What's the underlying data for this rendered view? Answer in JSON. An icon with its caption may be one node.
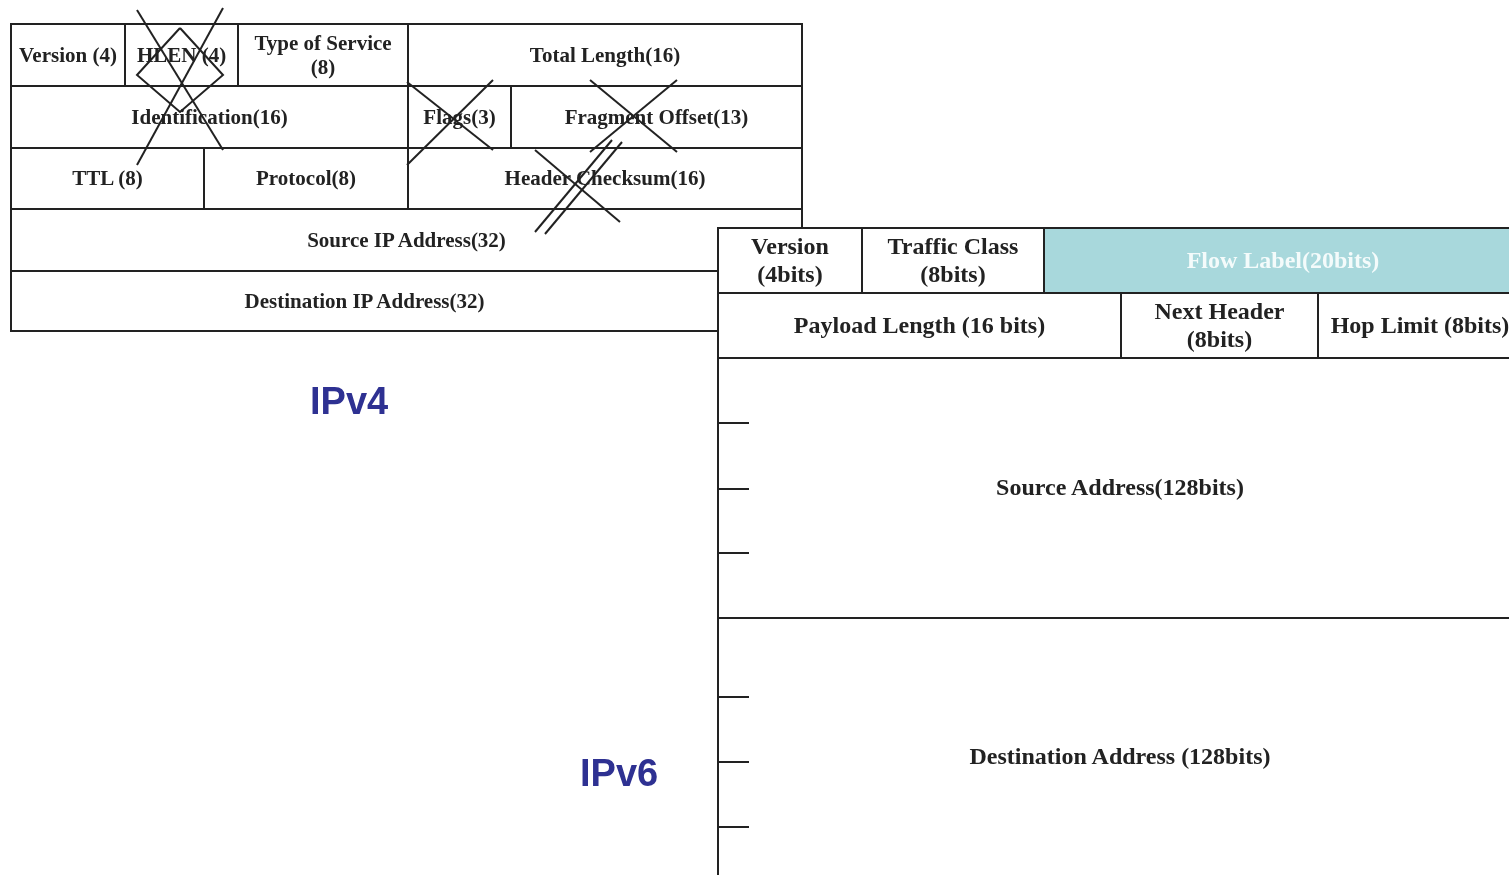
{
  "diagram": {
    "nodes": [
      {
        "text": [
          "Version (4)"
        ]
      },
      {
        "text": [
          "HLEN (4)"
        ]
      },
      {
        "text": [
          "Type of Service (8)"
        ]
      },
      {
        "text": [
          "Total Length(16)"
        ]
      },
      {
        "text": [
          "Identification(16)"
        ]
      },
      {
        "text": [
          "Flags(3)"
        ]
      },
      {
        "text": [
          "Fragment Offset(13)"
        ]
      },
      {
        "text": [
          "TTL (8)"
        ]
      },
      {
        "text": [
          "Protocol(8)"
        ]
      },
      {
        "text": [
          "Header Checksum(16)"
        ]
      },
      {
        "text": [
          "Source IP Address(32)"
        ]
      },
      {
        "text": [
          "Destination IP Address(32)"
        ]
      },
      {
        "text": [
          "Version (4bits)"
        ]
      },
      {
        "text": [
          "Traffic Class (8bits)"
        ]
      },
      {
        "text": [
          "Flow Label(20bits)"
        ]
      },
      {
        "text": [
          "Payload Length (16 bits)"
        ]
      },
      {
        "text": [
          "Next Header (8bits)"
        ]
      },
      {
        "text": [
          "Hop Limit (8bits)"
        ]
      },
      {
        "text": [
          "Source Address(128bits)"
        ]
      },
      {
        "text": [
          "Destination Address (128bits)"
        ]
      }
    ],
    "labels": [
      "IPv4",
      "IPv6"
    ]
  }
}
